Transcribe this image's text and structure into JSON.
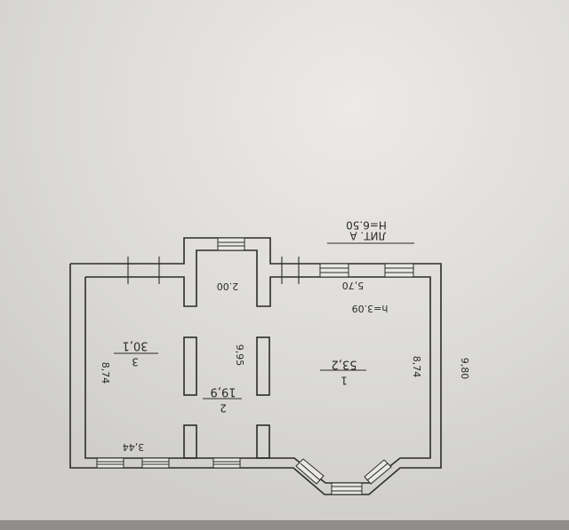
{
  "plan": {
    "title": "ЛИТ. А",
    "height_label": "Н=6.50",
    "ceiling_height": "h=3.09",
    "dims": {
      "top_right": "5,70",
      "bay_width": "2.00",
      "right_wall": "8,74",
      "outer_right": "9,80",
      "left_wall": "8,74",
      "inner_depth": "9,95",
      "bottom_left": "3,44"
    },
    "rooms": [
      {
        "number": "1",
        "area": "53,2"
      },
      {
        "number": "2",
        "area": "19,9"
      },
      {
        "number": "3",
        "area": "30,1"
      }
    ]
  },
  "colors": {
    "paper": "#d9d8d6",
    "ink": "#2b2b2b"
  }
}
